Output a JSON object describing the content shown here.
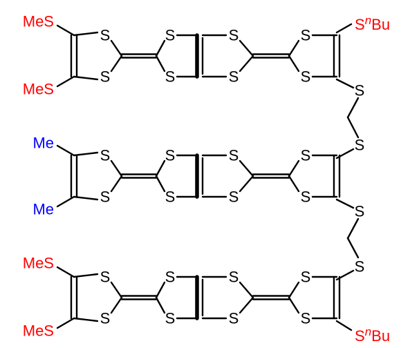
{
  "atoms": {
    "sulfur": "S",
    "sbu_s": "S",
    "sbu_n": "n",
    "sbu_bu": "Bu"
  },
  "substituents": {
    "mes_1": "MeS",
    "mes_2": "MeS",
    "mes_3": "MeS",
    "mes_4": "MeS",
    "me_1": "Me",
    "me_2": "Me"
  },
  "colors": {
    "red_group": "#ff0000",
    "blue_group": "#0000ff",
    "bond": "#000000",
    "atom": "#000000",
    "background": "#ffffff"
  }
}
